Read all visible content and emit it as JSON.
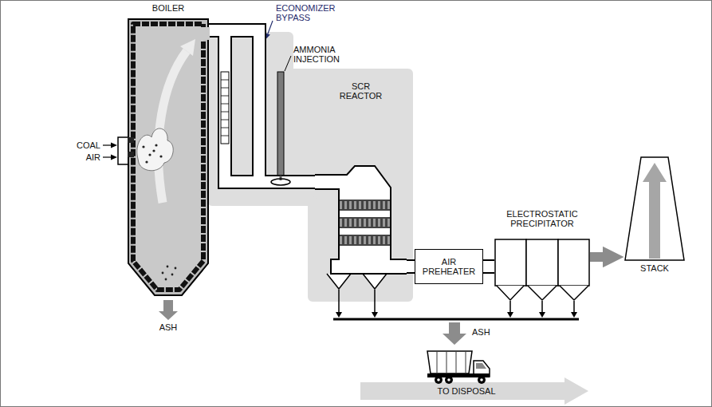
{
  "diagram": {
    "nodes": [
      {
        "text": [
          "BOILER"
        ]
      },
      {
        "text": [
          "SCR REACTOR"
        ]
      },
      {
        "text": [
          "AIR PREHEATER"
        ]
      },
      {
        "text": [
          "ELECTROSTATIC PRECIPITATOR"
        ]
      },
      {
        "text": [
          "STACK"
        ]
      }
    ],
    "edges": [
      {
        "from": 0,
        "to": 1,
        "arrow": "none"
      },
      {
        "from": 1,
        "to": 2,
        "arrow": "none"
      },
      {
        "from": 2,
        "to": 3,
        "arrow": "none"
      },
      {
        "from": 3,
        "to": 4,
        "arrow": "to"
      }
    ],
    "labels": [
      "ECONOMIZER BYPASS",
      "AMMONIA INJECTION",
      "COAL",
      "AIR",
      "ASH",
      "ASH",
      "TO DISPOSAL"
    ]
  }
}
